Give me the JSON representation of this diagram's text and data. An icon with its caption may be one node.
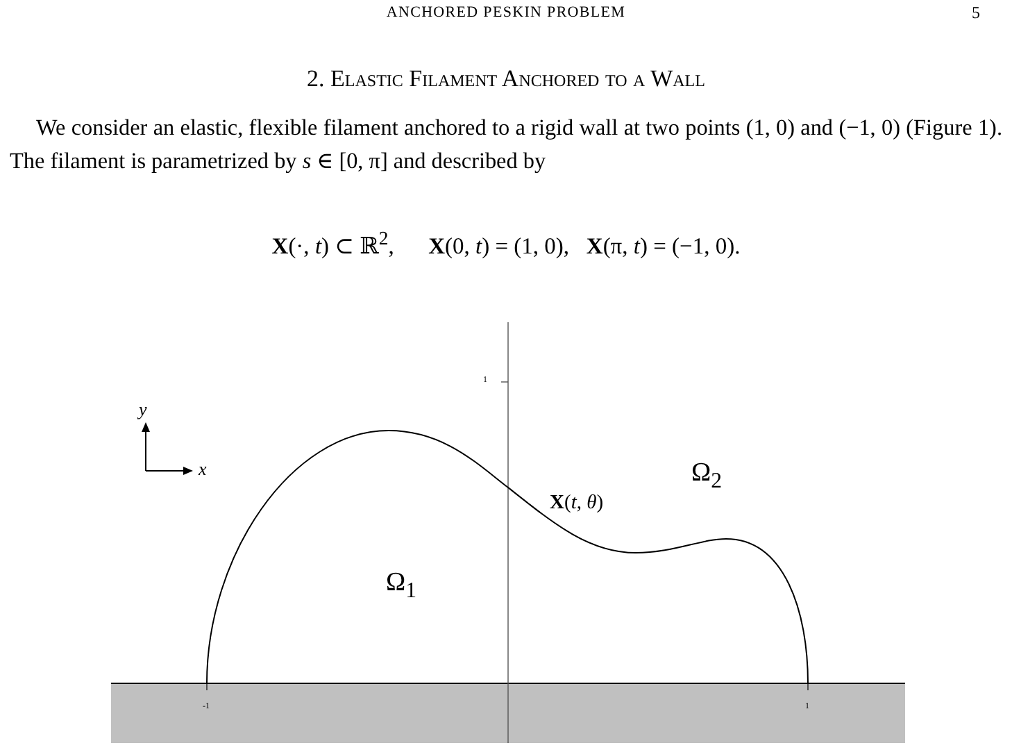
{
  "diagram": {
    "labels": [
      "ANCHORED PESKIN PROBLEM",
      "5",
      "2. Elastic Filament Anchored to a Wall",
      "We consider an elastic, flexible filament anchored to a rigid wall at two points (1, 0) and (−1, 0) (Figure 1). The filament is parametrized by *s* ∈ [0, π] and described by",
      "**X**(·, *t*) ⊂ ℝ$^{2}$,      **X**(0, *t*) = (1, 0),   **X**(π, *t*) = (−1, 0).",
      "1",
      "*y*",
      "*x*",
      "Ω$_{2}$",
      "**X**(*t*, *θ*)",
      "Ω$_{1}$",
      "-1",
      "1"
    ]
  }
}
